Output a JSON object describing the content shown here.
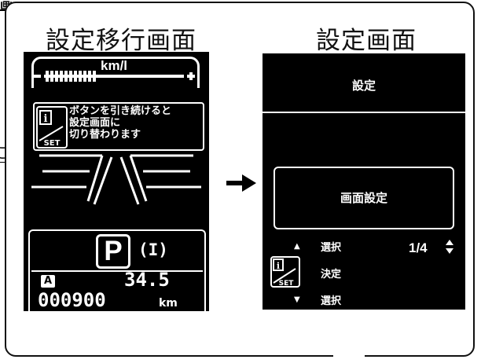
{
  "headings": {
    "left": "設定移行画面",
    "right": "設定画面"
  },
  "fragments": {
    "top_left": "画",
    "left_edge": "ご"
  },
  "left_screen": {
    "fuel_unit": "km/l",
    "bar_minus": "−",
    "bar_plus": "+",
    "fuel_level": 0.35,
    "icon_i": "i",
    "icon_set": "SET",
    "message": "ボタンを引き続けると\n設定画面に\n切り替わります",
    "gear": "P",
    "gear_indicator": "(I)",
    "a_badge": "A",
    "temperature": "34.5",
    "odometer": "000900",
    "odometer_unit": "km"
  },
  "right_screen": {
    "title": "設定",
    "selected_item": "画面設定",
    "up_label": "選択",
    "enter_label": "決定",
    "down_label": "選択",
    "up_arrow": "▲",
    "down_arrow": "▼",
    "page_indicator": "1/4",
    "updown_arrows": "▲▼",
    "icon_i": "i",
    "icon_set": "SET"
  }
}
